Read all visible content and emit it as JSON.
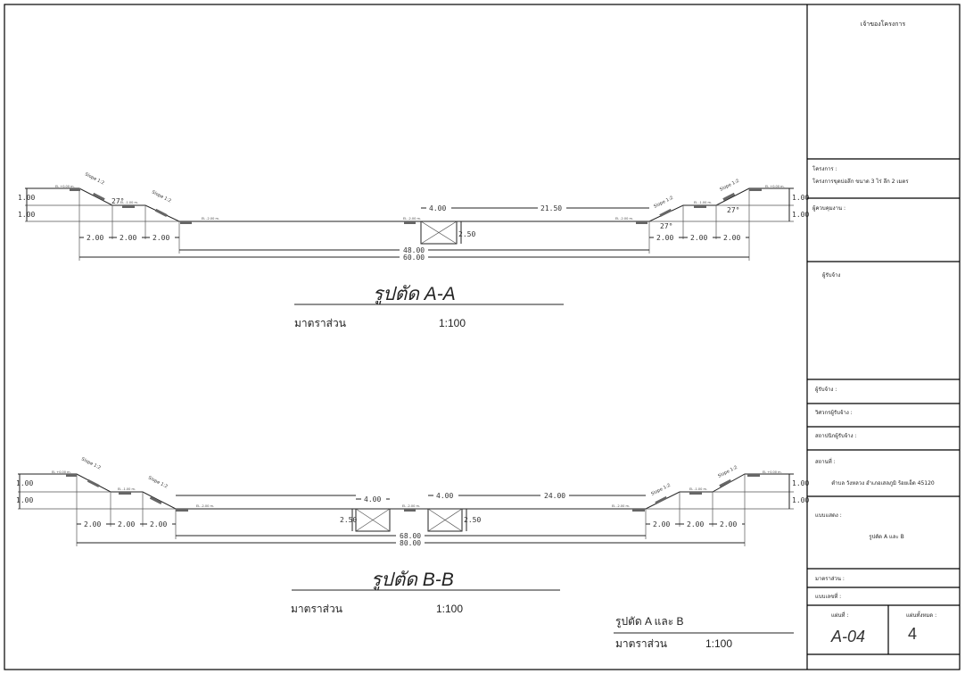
{
  "section_a": {
    "title": "รูปตัด A-A",
    "scale_label": "มาตราส่วน",
    "scale_value": "1:100",
    "height_dims": [
      "1.00",
      "1.00"
    ],
    "berm_dims": [
      "2.00",
      "2.00",
      "2.00"
    ],
    "box_width": "4.00",
    "channel_half": "21.50",
    "box_height": "2.50",
    "bottom_width": "48.00",
    "total_width": "60.00",
    "slope_label": "Slope 1:2",
    "angle": "27°",
    "levels": {
      "top": "EL +0.00 m.",
      "mid": "EL -1.00 m.",
      "bottom": "EL -2.00 m."
    }
  },
  "section_b": {
    "title": "รูปตัด B-B",
    "scale_label": "มาตราส่วน",
    "scale_value": "1:100",
    "height_dims": [
      "1.00",
      "1.00"
    ],
    "berm_dims": [
      "2.00",
      "2.00",
      "2.00"
    ],
    "box_width": "4.00",
    "channel_half": "24.00",
    "box_height": "2.50",
    "bottom_width": "68.00",
    "total_width": "80.00",
    "slope_label": "Slope 1:2",
    "levels": {
      "top": "EL +0.00 m.",
      "mid": "EL -1.00 m.",
      "bottom": "EL -2.00 m."
    }
  },
  "sheet_caption": {
    "title": "รูปตัด A และ B",
    "scale_label": "มาตราส่วน",
    "scale_value": "1:100"
  },
  "title_block": {
    "owner": "เจ้าของโครงการ",
    "project_label": "โครงการ :",
    "project_value": "โครงการขุดบ่อลึก ขนาด 3 ไร่ ลึก 2 เมตร",
    "supervisor_label": "ผู้ควบคุมงาน :",
    "contractor_header": "ผู้รับจ้าง",
    "contractor_label": "ผู้รับจ้าง :",
    "engineer_label": "วิศวกรผู้รับจ้าง :",
    "architect_label": "สถาปนิกผู้รับจ้าง :",
    "location_label": "สถานที่ :",
    "location_value": "ตำบล วังหลวง อำเภอเสลภูมิ ร้อยเอ็ด 45120",
    "drawing_label": "แบบแสดง :",
    "drawing_value": "รูปตัด A และ B",
    "scale_label": "มาตราส่วน :",
    "drawing_no_label": "แบบเลขที่ :",
    "sheet_label": "แผ่นที่ :",
    "sheet_value": "A-04",
    "total_label": "แผ่นทั้งหมด :",
    "total_value": "4"
  }
}
